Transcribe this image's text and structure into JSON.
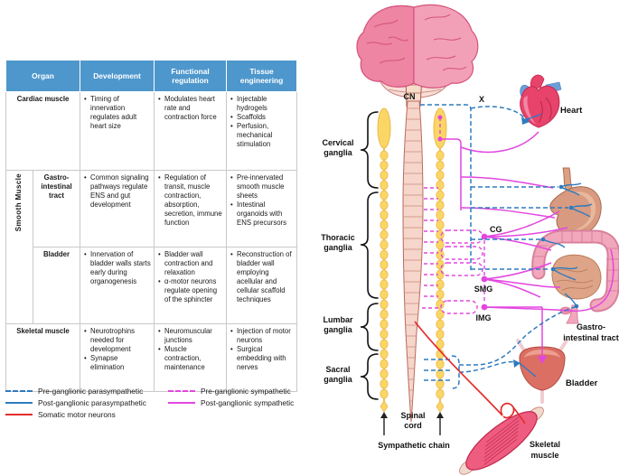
{
  "table": {
    "headers": [
      "Organ",
      "Development",
      "Functional regulation",
      "Tissue engineering"
    ],
    "group_label": "Smooth Muscle",
    "cardiac": {
      "organ": "Cardiac muscle",
      "dev": [
        "Timing of innervation regulates adult heart size"
      ],
      "func": [
        "Modulates heart rate and contraction force"
      ],
      "tissue": [
        "Injectable hydrogels",
        "Scaffolds",
        "Perfusion, mechanical stimulation"
      ]
    },
    "gi": {
      "organ": "Gastro-intestinal tract",
      "dev": [
        "Common signaling pathways regulate ENS and gut development"
      ],
      "func": [
        "Regulation of transit, muscle contraction, absorption, secretion, immune function"
      ],
      "tissue": [
        "Pre-innervated smooth muscle sheets",
        "Intestinal organoids with ENS precursors"
      ]
    },
    "bladder": {
      "organ": "Bladder",
      "dev": [
        "Innervation of bladder walls starts early during organogenesis"
      ],
      "func": [
        "Bladder wall contraction and relaxation",
        "α-motor neurons regulate opening of the sphincter"
      ],
      "tissue": [
        "Reconstruction of bladder wall employing acellular and cellular scaffold techniques"
      ]
    },
    "skeletal": {
      "organ": "Skeletal muscle",
      "dev": [
        "Neurotrophins needed for development",
        "Synapse elimination"
      ],
      "func": [
        "Neuromuscular junctions",
        "Muscle contraction, maintenance"
      ],
      "tissue": [
        "Injection of motor neurons",
        "Surgical embedding with nerves"
      ]
    }
  },
  "legend": {
    "items": [
      {
        "label": "Pre-ganglionic parasympathetic",
        "line": "dashed",
        "color": "#2e7bbf"
      },
      {
        "label": "Post-ganglionic parasympathetic",
        "line": "solid",
        "color": "#2e7bbf"
      },
      {
        "label": "Somatic motor neurons",
        "line": "solid",
        "color": "#e32d2d"
      },
      {
        "label": "Pre-ganglionic sympathetic",
        "line": "dashed",
        "color": "#e246df"
      },
      {
        "label": "Post-ganglionic sympathetic",
        "line": "solid",
        "color": "#e246df"
      }
    ]
  },
  "diagram": {
    "cn": "CN",
    "vagus_x": "X",
    "heart": "Heart",
    "cg": "CG",
    "smg": "SMG",
    "img": "IMG",
    "cervical": [
      "Cervical",
      "ganglia"
    ],
    "thoracic": [
      "Thoracic",
      "ganglia"
    ],
    "lumbar": [
      "Lumbar",
      "ganglia"
    ],
    "sacral": [
      "Sacral",
      "ganglia"
    ],
    "spinal_cord": [
      "Spinal",
      "cord"
    ],
    "sympathetic_chain": "Sympathetic chain",
    "gi_tract": [
      "Gastro-",
      "intestinal tract"
    ],
    "bladder": "Bladder",
    "skeletal_muscle": [
      "Skeletal",
      "muscle"
    ]
  },
  "colors": {
    "table_header": "#4e97cc",
    "parasympathetic": "#2e7bbf",
    "sympathetic": "#e246df",
    "somatic_motor": "#e32d2d",
    "sympathetic_chain_yellow": "#f9d35b",
    "brain_pink": "#ee85a2",
    "spinal_cord_pink": "#f6d5ca"
  }
}
